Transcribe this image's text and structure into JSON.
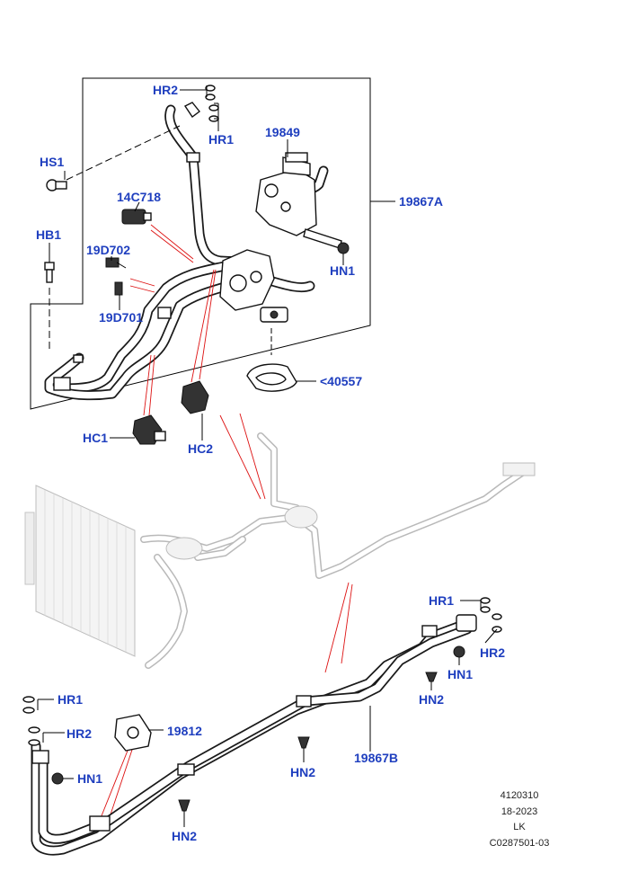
{
  "labels": {
    "hr2_top": "HR2",
    "hr1_top": "HR1",
    "hs1": "HS1",
    "c19849": "19849",
    "c14c718": "14C718",
    "c19867a": "19867A",
    "hb1": "HB1",
    "c19d702": "19D702",
    "hn1_top": "HN1",
    "c19d701": "19D701",
    "c40557": "<40557",
    "hc1": "HC1",
    "hc2": "HC2",
    "hr1_right": "HR1",
    "hr2_right": "HR2",
    "hn1_right": "HN1",
    "hn2_right": "HN2",
    "hr1_left": "HR1",
    "hr2_left": "HR2",
    "c19812": "19812",
    "hn1_left": "HN1",
    "c19867b": "19867B",
    "hn2_mid": "HN2",
    "hn2_bottom": "HN2"
  },
  "reference": {
    "line1": "4120310",
    "line2": "18-2023",
    "line3": "LK",
    "line4": "C0287501-03"
  },
  "colors": {
    "label_blue": "#1f3fbf",
    "callout_red": "#dd1111",
    "ghost_gray": "#b9b9b9"
  }
}
